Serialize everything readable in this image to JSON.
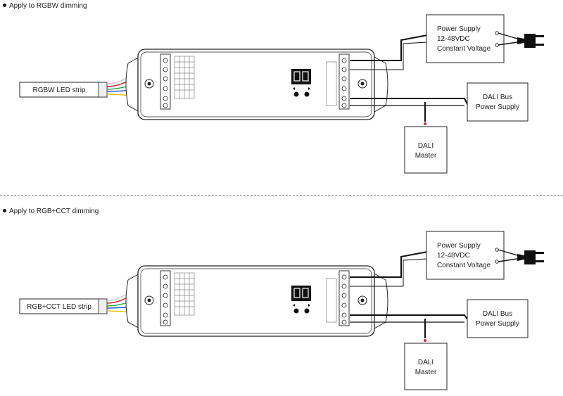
{
  "diagrams": [
    {
      "caption": "Apply to RGBW dimming",
      "led_strip": "RGBW LED strip",
      "power_supply": {
        "line1": "Power Supply",
        "line2": "12-48VDC",
        "line3": "Constant Voltage"
      },
      "dali_bus": {
        "line1": "DALI Bus",
        "line2": "Power Supply"
      },
      "dali_master": {
        "line1": "DALI",
        "line2": "Master"
      }
    },
    {
      "caption": "Apply to RGB+CCT dimming",
      "led_strip": "RGB+CCT LED strip",
      "power_supply": {
        "line1": "Power Supply",
        "line2": "12-48VDC",
        "line3": "Constant Voltage"
      },
      "dali_bus": {
        "line1": "DALI Bus",
        "line2": "Power Supply"
      },
      "dali_master": {
        "line1": "DALI",
        "line2": "Master"
      }
    }
  ],
  "colors": {
    "wire": "#111111",
    "red_terminal": "#d8232a",
    "wire_white": "#cccccc",
    "wire_red": "#e02020",
    "wire_green": "#20a040",
    "wire_blue": "#2060d0",
    "wire_yellow": "#e0c020"
  }
}
